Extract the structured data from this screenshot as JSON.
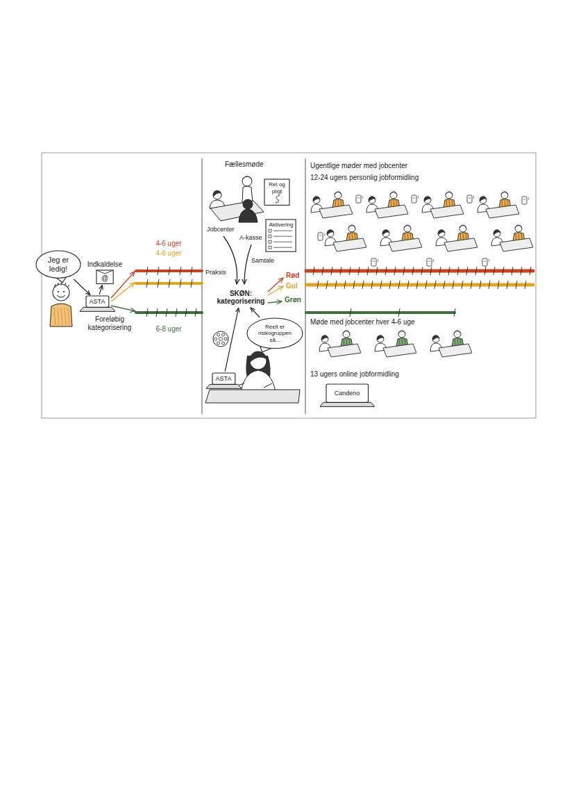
{
  "diagram": {
    "nodes": [
      {
        "text": [
          "Jeg er ledig!"
        ]
      },
      {
        "text": [
          "Indkaldelse",
          "@"
        ]
      },
      {
        "text": [
          "ASTA",
          "Foreløbig kategorisering"
        ]
      },
      {
        "text": [
          "Ret og pligt"
        ]
      },
      {
        "text": [
          "Aktivering"
        ]
      },
      {
        "text": [
          "SKØN: kategorisering"
        ]
      },
      {
        "text": [
          "ASTA"
        ]
      },
      {
        "text": [
          "Reelt er risikogruppen så..."
        ]
      },
      {
        "text": [
          "Candeno"
        ]
      }
    ],
    "edges": [
      {
        "from": 0,
        "to": 2,
        "arrow": "to"
      },
      {
        "from": 2,
        "to": 1,
        "arrow": "to"
      },
      {
        "from": 6,
        "to": 5,
        "arrow": "to"
      },
      {
        "from": 7,
        "to": 5,
        "arrow": "to"
      }
    ],
    "labels": [
      "4-6 uger",
      "4-6 uger",
      "6-8 uger",
      "Fællesmøde",
      "Jobcenter",
      "A-kasse",
      "Praksis",
      "Samtale",
      "Rød",
      "Gul",
      "Grøn",
      "Ugentlige møder med jobcenter",
      "12-24 ugers personlig jobformidling",
      "Møde med jobcenter hver 4-6 uge",
      "13 ugers online jobformidling"
    ]
  }
}
